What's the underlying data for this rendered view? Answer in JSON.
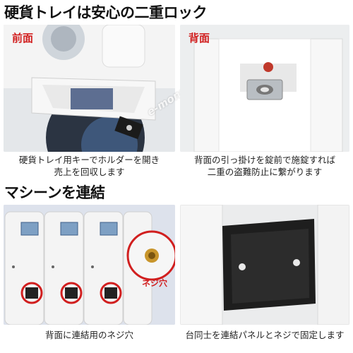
{
  "section1": {
    "title": "硬貨トレイは安心の二重ロック",
    "front": {
      "tag": "前面",
      "caption_line1": "硬貨トレイ用キーでホルダーを開き",
      "caption_line2": "売上を回収します"
    },
    "back": {
      "tag": "背面",
      "caption_line1": "背面の引っ掛けを錠前で施錠すれば",
      "caption_line2": "二重の盗難防止に繋がります"
    }
  },
  "section2": {
    "title": "マシーンを連結",
    "rear": {
      "bubble_label": "ネジ穴",
      "caption": "背面に連結用のネジ穴"
    },
    "panel": {
      "caption": "台同士を連結パネルとネジで固定します"
    }
  },
  "watermark": "e-monz",
  "colors": {
    "accent_red": "#d11f1f",
    "machine_white": "#f2f2f2",
    "panel_black": "#1e1e1e"
  }
}
